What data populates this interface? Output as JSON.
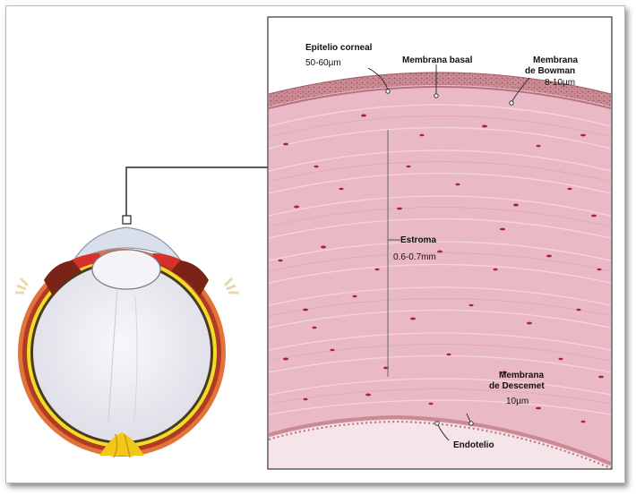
{
  "labels": {
    "epitelio": "Epitelio corneal",
    "epitelio_size": "50-60µm",
    "basal": "Membrana basal",
    "bowman_1": "Membrana",
    "bowman_2": "de Bowman",
    "bowman_size": "8-10µm",
    "estroma": "Estroma",
    "estroma_size": "0.6-0.7mm",
    "descemet_1": "Membrana",
    "descemet_2": "de Descemet",
    "descemet_size": "10µm",
    "endotelio": "Endotelio"
  },
  "colors": {
    "stroma": "#eab9c6",
    "stroma_light": "#f3d3dc",
    "epithelium": "#c98a93",
    "keratocyte": "#a8243a",
    "sclera": "#e2733a",
    "retina": "#f2dc2a",
    "lens": "#f4f4f8",
    "iris": "#d8302a"
  }
}
